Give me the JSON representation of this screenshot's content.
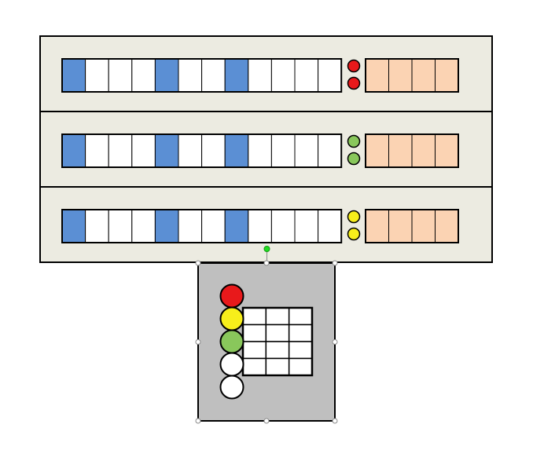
{
  "colors": {
    "background": "#ffffff",
    "rack_fill": "#ecebe1",
    "outline": "#000000",
    "blue_cell": "#5b8fd4",
    "white_cell": "#ffffff",
    "peach_cell": "#fbd3b3",
    "panel_fill": "#bfbfbf",
    "handle_green": "#22dd22",
    "handle_gray": "#8a8a8a"
  },
  "rack": {
    "rows": [
      {
        "cells": [
          "blue",
          "white",
          "white",
          "white",
          "blue",
          "white",
          "white",
          "blue",
          "white",
          "white",
          "white",
          "white"
        ],
        "indicator_color": "#e8191b",
        "indicator_name": "red",
        "peach_cells": 4
      },
      {
        "cells": [
          "blue",
          "white",
          "white",
          "white",
          "blue",
          "white",
          "white",
          "blue",
          "white",
          "white",
          "white",
          "white"
        ],
        "indicator_color": "#89c75b",
        "indicator_name": "green",
        "peach_cells": 4
      },
      {
        "cells": [
          "blue",
          "white",
          "white",
          "white",
          "blue",
          "white",
          "white",
          "blue",
          "white",
          "white",
          "white",
          "white"
        ],
        "indicator_color": "#f7ee1b",
        "indicator_name": "yellow",
        "peach_cells": 4
      }
    ]
  },
  "control_panel": {
    "selected": true,
    "lights": [
      {
        "name": "red",
        "color": "#e8191b"
      },
      {
        "name": "yellow",
        "color": "#f7ee1b"
      },
      {
        "name": "green",
        "color": "#89c75b"
      },
      {
        "name": "white",
        "color": "#ffffff"
      },
      {
        "name": "white",
        "color": "#ffffff"
      }
    ],
    "grid": {
      "rows": 4,
      "cols": 3
    }
  }
}
